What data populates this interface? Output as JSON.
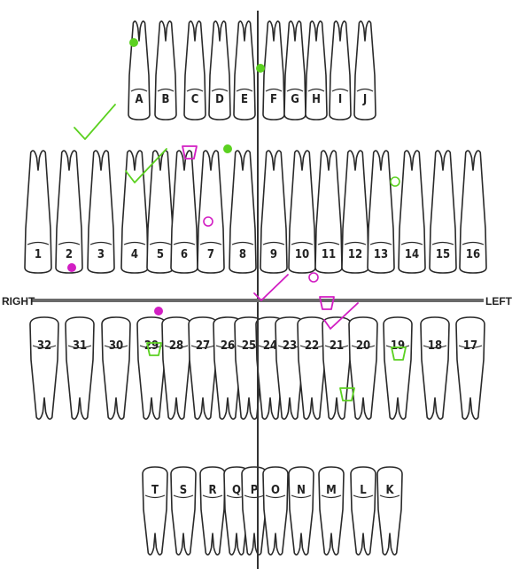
{
  "side_labels": {
    "right": "RIGHT",
    "left": "LEFT"
  },
  "colors": {
    "green": "#5bd120",
    "magenta": "#d21ec3",
    "lines": "#333333"
  },
  "primary_upper": [
    "A",
    "B",
    "C",
    "D",
    "E",
    "F",
    "G",
    "H",
    "I",
    "J"
  ],
  "permanent_upper": [
    "1",
    "2",
    "3",
    "4",
    "5",
    "6",
    "7",
    "8",
    "9",
    "10",
    "11",
    "12",
    "13",
    "14",
    "15",
    "16"
  ],
  "permanent_lower": [
    "32",
    "31",
    "30",
    "29",
    "28",
    "27",
    "26",
    "25",
    "24",
    "23",
    "22",
    "21",
    "20",
    "19",
    "18",
    "17"
  ],
  "primary_lower": [
    "T",
    "S",
    "R",
    "Q",
    "P",
    "O",
    "N",
    "M",
    "L",
    "K"
  ],
  "markings": [
    {
      "type": "filled-dot",
      "color": "green",
      "tooth": "A"
    },
    {
      "type": "filled-dot",
      "color": "green",
      "tooth": "F"
    },
    {
      "type": "checkmark",
      "color": "green",
      "tooth": "1"
    },
    {
      "type": "checkmark",
      "color": "green",
      "tooth": "4"
    },
    {
      "type": "trapezoid",
      "color": "magenta",
      "tooth": "6"
    },
    {
      "type": "filled-dot",
      "color": "green",
      "tooth": "7"
    },
    {
      "type": "open-circle",
      "color": "magenta",
      "tooth": "7"
    },
    {
      "type": "open-circle",
      "color": "green",
      "tooth": "14"
    },
    {
      "type": "filled-dot",
      "color": "magenta",
      "tooth": "2"
    },
    {
      "type": "checkmark",
      "color": "magenta",
      "tooth": "9"
    },
    {
      "type": "open-circle",
      "color": "magenta",
      "tooth": "10"
    },
    {
      "type": "trapezoid",
      "color": "magenta",
      "tooth": "21"
    },
    {
      "type": "checkmark",
      "color": "magenta",
      "tooth": "21"
    },
    {
      "type": "filled-dot",
      "color": "magenta",
      "tooth": "29"
    },
    {
      "type": "trapezoid",
      "color": "green",
      "tooth": "29"
    },
    {
      "type": "trapezoid",
      "color": "green",
      "tooth": "21"
    },
    {
      "type": "trapezoid",
      "color": "green",
      "tooth": "19"
    }
  ]
}
